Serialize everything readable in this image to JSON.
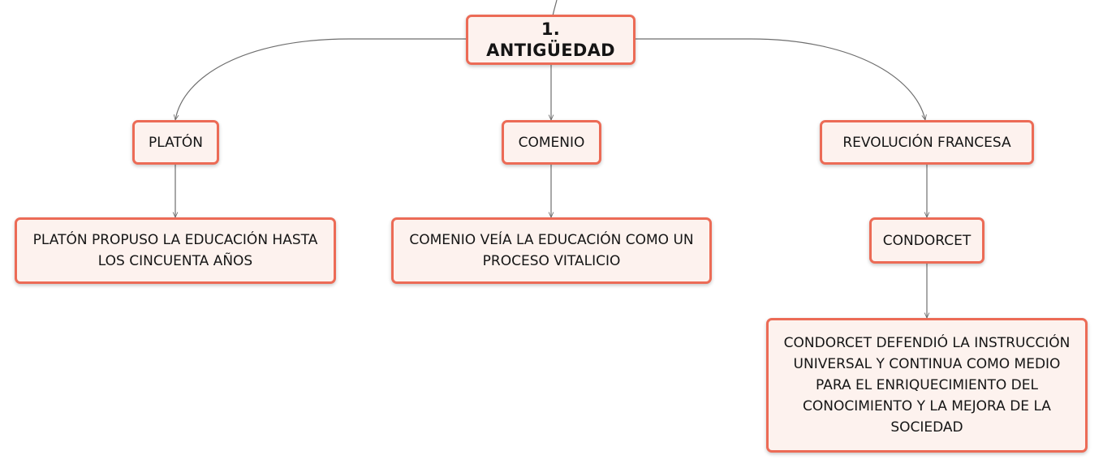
{
  "diagram": {
    "root": {
      "label": "1. ANTIGÜEDAD"
    },
    "platon": {
      "label": "PLATÓN",
      "description": "PLATÓN PROPUSO LA EDUCACIÓN HASTA LOS CINCUENTA AÑOS"
    },
    "comenio": {
      "label": "COMENIO",
      "description": "COMENIO VEÍA LA EDUCACIÓN COMO UN PROCESO VITALICIO"
    },
    "revolucion": {
      "label": "REVOLUCIÓN FRANCESA",
      "condorcet": {
        "label": "CONDORCET",
        "description": "CONDORCET DEFENDIÓ LA INSTRUCCIÓN UNIVERSAL Y CONTINUA COMO MEDIO PARA EL ENRIQUECIMIENTO DEL CONOCIMIENTO Y LA MEJORA DE LA SOCIEDAD"
      }
    },
    "colors": {
      "node_border": "#ec6b56",
      "node_fill": "#fdf2ee",
      "connector": "#6e6e6e",
      "text": "#151515"
    }
  }
}
